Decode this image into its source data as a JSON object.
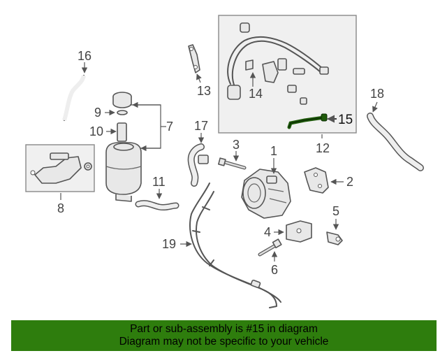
{
  "callouts": {
    "c1": "1",
    "c2": "2",
    "c3": "3",
    "c4": "4",
    "c5": "5",
    "c6": "6",
    "c7": "7",
    "c8": "8",
    "c9": "9",
    "c10": "10",
    "c11": "11",
    "c12": "12",
    "c13": "13",
    "c14": "14",
    "c15": "15",
    "c16": "16",
    "c17": "17",
    "c18": "18",
    "c19": "19"
  },
  "highlight": {
    "part": "15",
    "color": "#1e5a0a"
  },
  "banner": {
    "line1": "Part or sub-assembly is #15 in diagram",
    "line2": "Diagram may not be specific to your vehicle",
    "color": "#2e7d0d"
  }
}
